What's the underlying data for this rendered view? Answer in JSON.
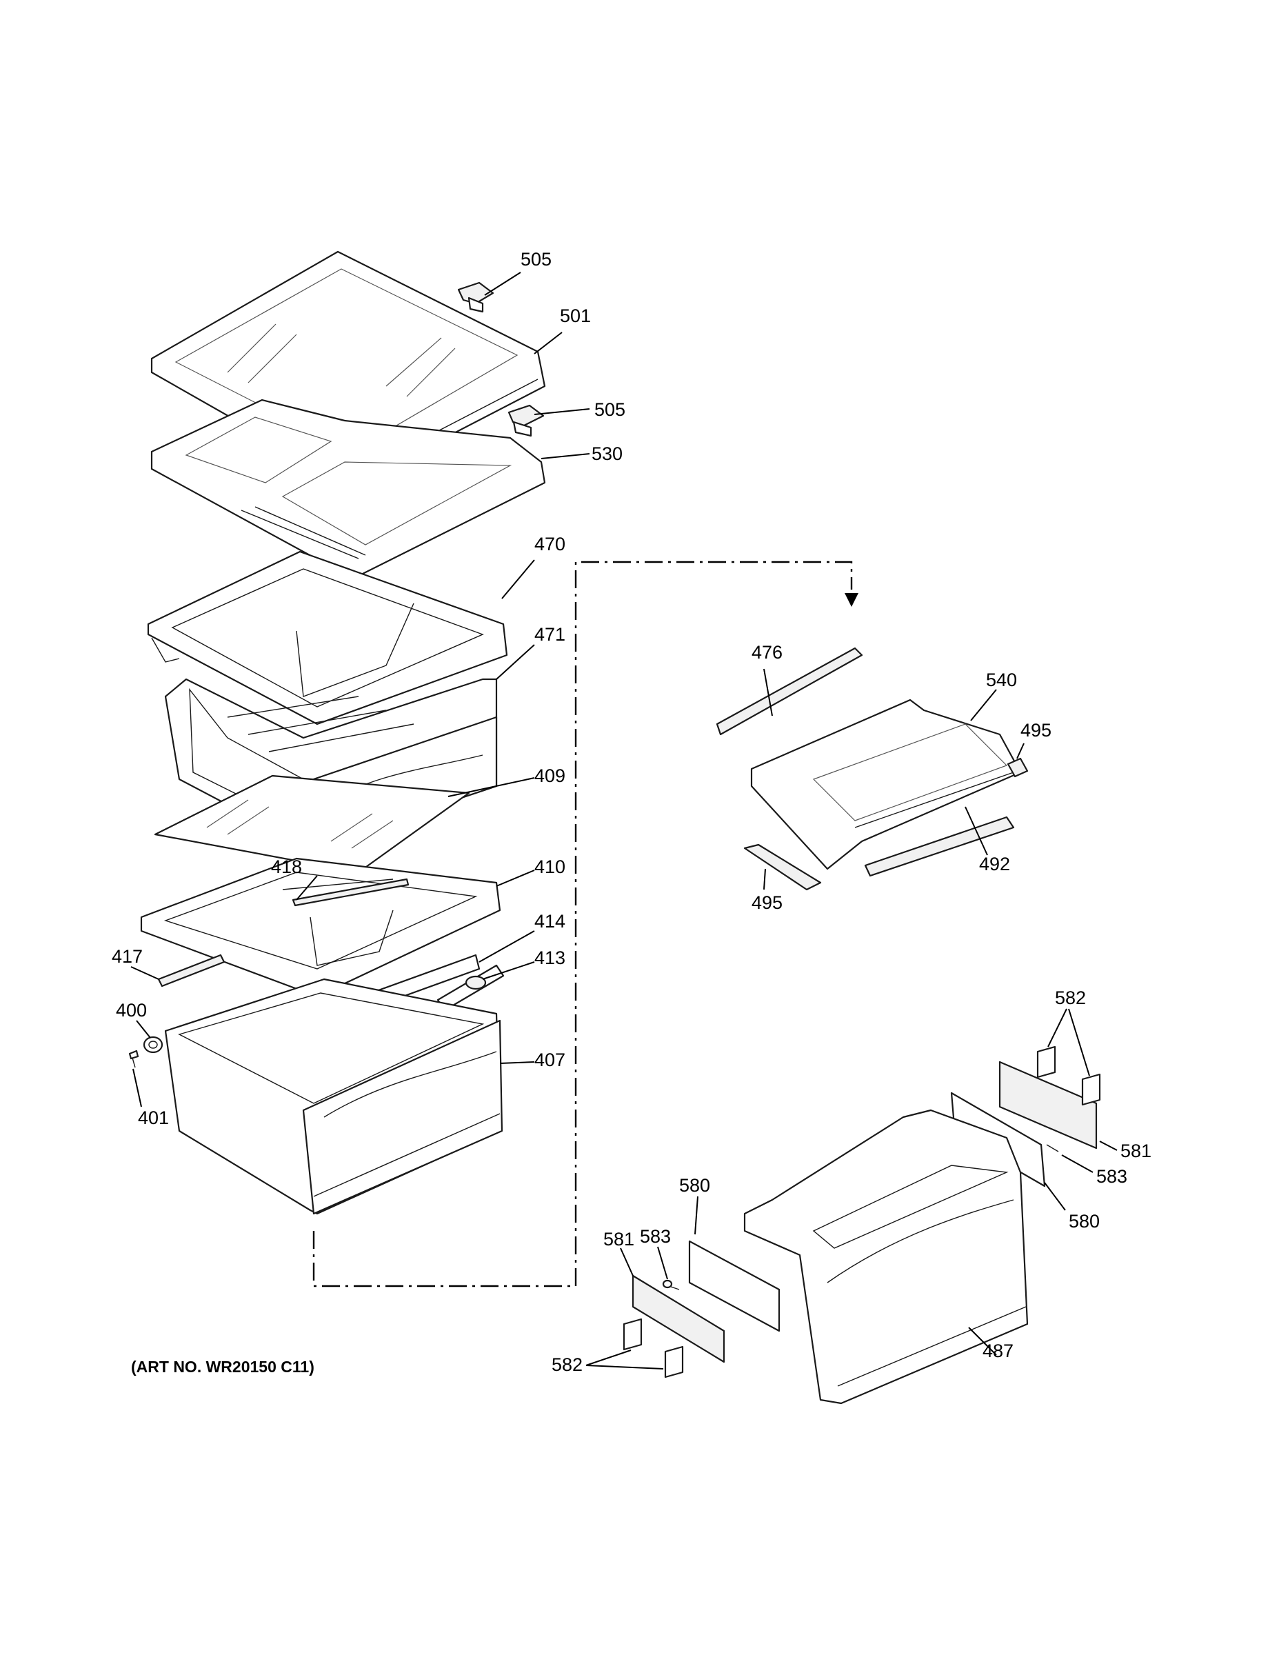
{
  "art_number": "(ART NO. WR20150 C11)",
  "callouts": {
    "c505a": "505",
    "c501": "501",
    "c505b": "505",
    "c530": "530",
    "c470": "470",
    "c471": "471",
    "c409": "409",
    "c418": "418",
    "c410": "410",
    "c414": "414",
    "c417": "417",
    "c413": "413",
    "c400": "400",
    "c401": "401",
    "c407": "407",
    "c476": "476",
    "c540": "540",
    "c495a": "495",
    "c492": "492",
    "c495b": "495",
    "c582a": "582",
    "c581a": "581",
    "c583a": "583",
    "c580a": "580",
    "c580b": "580",
    "c583b": "583",
    "c581b": "581",
    "c582b": "582",
    "c487": "487"
  }
}
